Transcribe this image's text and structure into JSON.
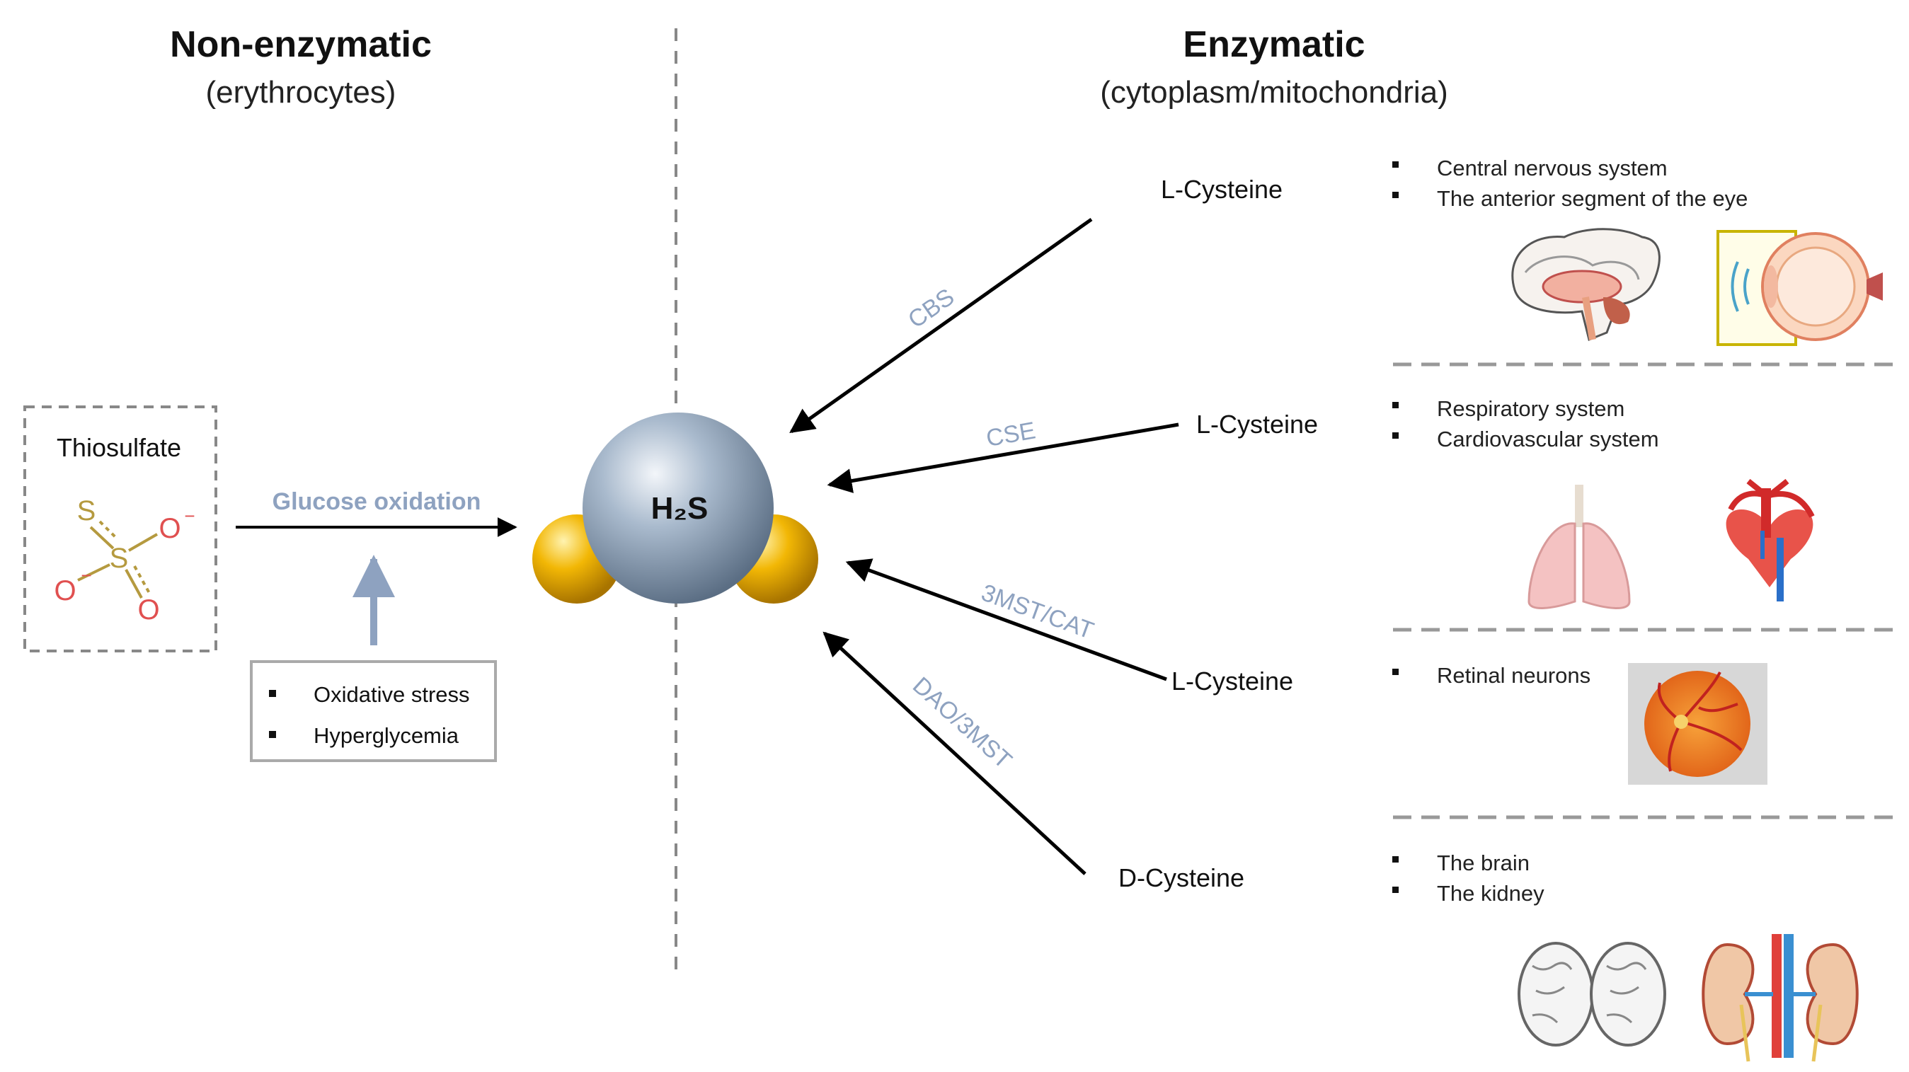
{
  "left": {
    "title": "Non-enzymatic",
    "subtitle": "(erythrocytes)",
    "thiosulfate_label": "Thiosulfate",
    "arrow_label": "Glucose oxidation",
    "factors": [
      "Oxidative stress",
      "Hyperglycemia"
    ],
    "chem_atoms": {
      "s_top": "S",
      "s_center": "S",
      "o_right": "O",
      "o_left": "O",
      "o_bottom": "O",
      "charge": "−"
    }
  },
  "center": {
    "molecule": "H₂S"
  },
  "right": {
    "title": "Enzymatic",
    "subtitle": "(cytoplasm/mitochondria)",
    "pathways": [
      {
        "substrate": "L-Cysteine",
        "enzyme": "CBS"
      },
      {
        "substrate": "L-Cysteine",
        "enzyme": "CSE"
      },
      {
        "substrate": "L-Cysteine",
        "enzyme": "3MST/CAT"
      },
      {
        "substrate": "D-Cysteine",
        "enzyme": "DAO/3MST"
      }
    ],
    "organ_groups": [
      {
        "items": [
          "Central nervous system",
          "The anterior segment of the eye"
        ],
        "icons": [
          "brain-sagittal-icon",
          "eye-icon"
        ]
      },
      {
        "items": [
          "Respiratory system",
          "Cardiovascular system"
        ],
        "icons": [
          "lungs-icon",
          "heart-icon"
        ]
      },
      {
        "items": [
          "Retinal neurons"
        ],
        "icons": [
          "retina-icon"
        ]
      },
      {
        "items": [
          "The brain",
          "The kidney"
        ],
        "icons": [
          "brain-top-icon",
          "kidney-icon"
        ]
      }
    ]
  },
  "colors": {
    "arrow": "#000000",
    "enzyme_label": "#8ea2c0",
    "sulfur_atom": "#f2b705",
    "hydrogen_molecule": "#9fb0c4",
    "dashed": "#888888"
  }
}
